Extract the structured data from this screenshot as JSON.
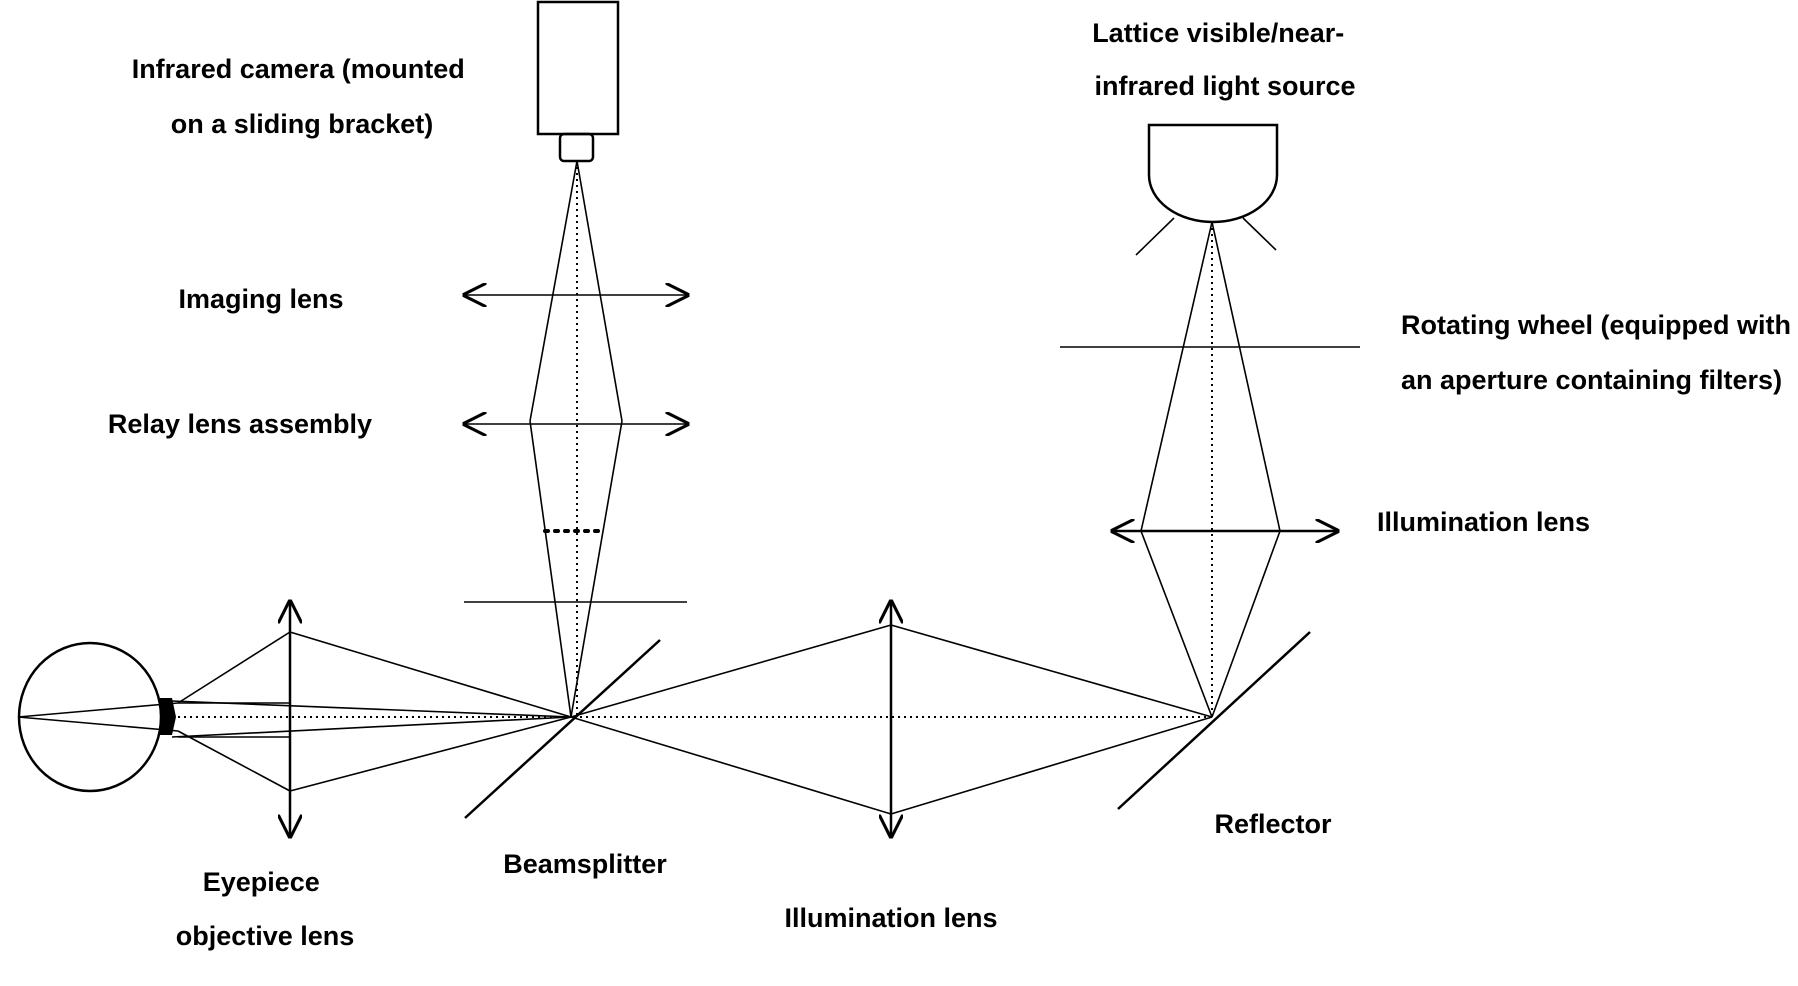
{
  "labels": {
    "infrared_camera": [
      "Infrared camera (mounted",
      "on a sliding bracket)"
    ],
    "imaging_lens": "Imaging lens",
    "relay_lens_assembly": "Relay lens assembly",
    "light_source": [
      "Lattice visible/near-",
      "infrared light source"
    ],
    "rotating_wheel": [
      "Rotating wheel (equipped with",
      "an aperture containing filters)"
    ],
    "illumination_lens_vertical": "Illumination lens",
    "eyepiece_objective_lens": [
      "Eyepiece",
      "objective lens"
    ],
    "beamsplitter": "Beamsplitter",
    "illumination_lens_horizontal": "Illumination lens",
    "reflector": "Reflector"
  },
  "colors": {
    "stroke": "#000000",
    "background": "#ffffff"
  }
}
